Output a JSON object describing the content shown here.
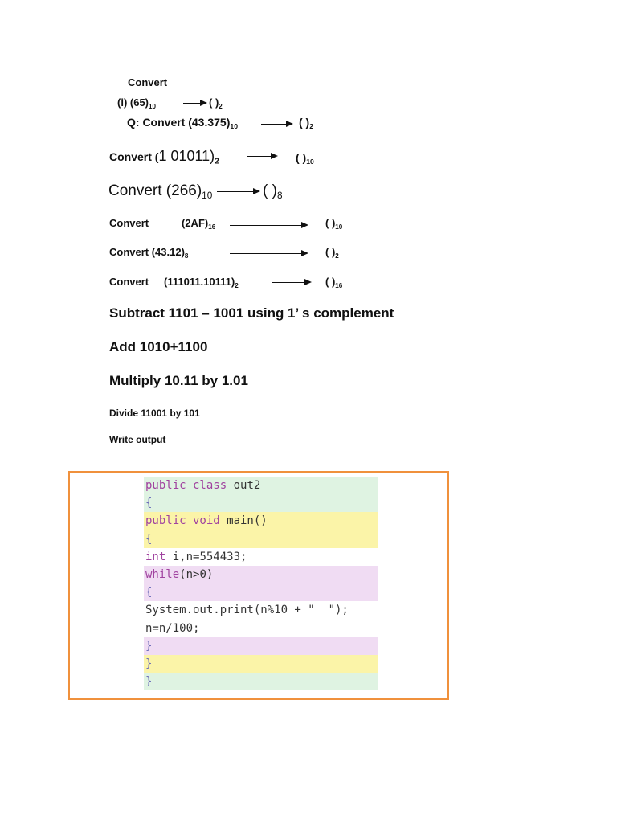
{
  "lines": {
    "l1": {
      "text": "Convert"
    },
    "l2": {
      "prefix": "(i)  (65)",
      "base1": "10",
      "blank": "( )",
      "base2": "2"
    },
    "l3": {
      "prefix": "Q:  Convert (43.375)",
      "base1": "10",
      "blank": "(   )",
      "base2": "2"
    },
    "l4": {
      "label": "Convert (",
      "num": "1 01011)",
      "base1": "2",
      "blank": "(    )",
      "base2": "10"
    },
    "l5": {
      "prefix": "Convert (266)",
      "base1": "10",
      "blank": "( )",
      "base2": "8"
    },
    "l6": {
      "label": "Convert",
      "num": "(2AF)",
      "base1": "16",
      "blank": "(   )",
      "base2": "10"
    },
    "l7": {
      "prefix": "Convert (43.12)",
      "base1": "8",
      "blank": "( )",
      "base2": "2"
    },
    "l8": {
      "label": "Convert",
      "num": "(111011.10111)",
      "base1": "2",
      "blank": "( )",
      "base2": "16"
    }
  },
  "questions": {
    "subtract": "Subtract  1101 – 1001 using 1’ s complement",
    "add": "Add 1010+1100",
    "multiply": "Multiply 10.11 by 1.01",
    "divide": "Divide 11001 by 101",
    "write_output": "Write output"
  },
  "code": {
    "line1": {
      "kw": "public class",
      "rest": " out2"
    },
    "line2": "{",
    "line3": {
      "kw": "public void",
      "rest": " main()"
    },
    "line4": "{",
    "line5": {
      "kw": "int",
      "rest": " i,n=554433;"
    },
    "line6": {
      "kw": "while",
      "rest": "(n>0)"
    },
    "line7": "{",
    "line8": "System.out.print(n%10 + \"  \");",
    "line9": "n=n/100;",
    "line10": "}",
    "line11": "}",
    "line12": "}"
  },
  "colors": {
    "box_border": "#f0913c",
    "code_green": "#dff3e2",
    "code_yellow": "#fbf4a8",
    "code_purple": "#f0dcf3",
    "keyword": "#a0429f"
  }
}
